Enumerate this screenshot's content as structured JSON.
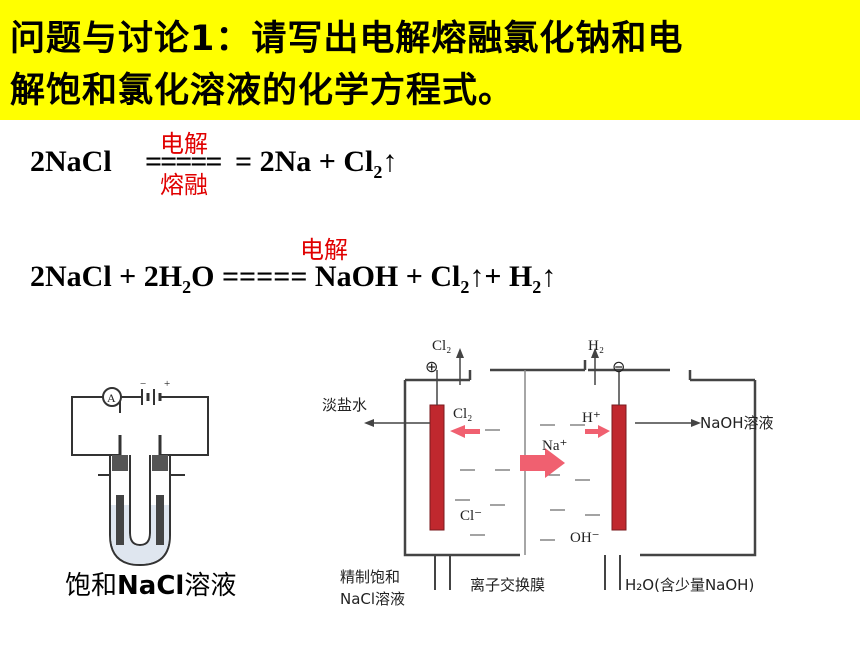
{
  "title": {
    "line1": "问题与讨论1：请写出电解熔融氯化钠和电",
    "line2": "解饱和氯化溶液的化学方程式。"
  },
  "equation1": {
    "left": "2NaCl",
    "arrow": "=====",
    "cond_top": "电解",
    "cond_bottom": "熔融",
    "right": "= 2Na + Cl",
    "sub": "2",
    "tail": "↑"
  },
  "equation2": {
    "cond_top": "电解",
    "text_a": "2NaCl +  2H",
    "sub_a": "2",
    "text_b": "O ===== NaOH + Cl",
    "sub_b": "2",
    "text_c": "↑+ H",
    "sub_c": "2",
    "text_d": "↑"
  },
  "utube": {
    "meter": "A",
    "caption_a": "饱和",
    "caption_b": "NaCl",
    "caption_c": "溶液"
  },
  "cell": {
    "cl2_top": "Cl₂",
    "h2_top": "H₂",
    "plus": "⊕",
    "minus": "⊖",
    "dilute_brine": "淡盐水",
    "cl2_inner": "Cl₂",
    "h_plus": "H⁺",
    "na_plus": "Na⁺",
    "naoh_out": "NaOH溶液",
    "cl_minus": "Cl⁻",
    "oh_minus": "OH⁻",
    "feed_brine_1": "精制饱和",
    "feed_brine_2": "NaCl溶液",
    "membrane": "离子交换膜",
    "water_in": "H₂O(含少量NaOH)"
  },
  "colors": {
    "title_bg": "#ffff00",
    "condition_text": "#e00000",
    "electrode": "#c0282e",
    "arrow": "#f06070"
  }
}
